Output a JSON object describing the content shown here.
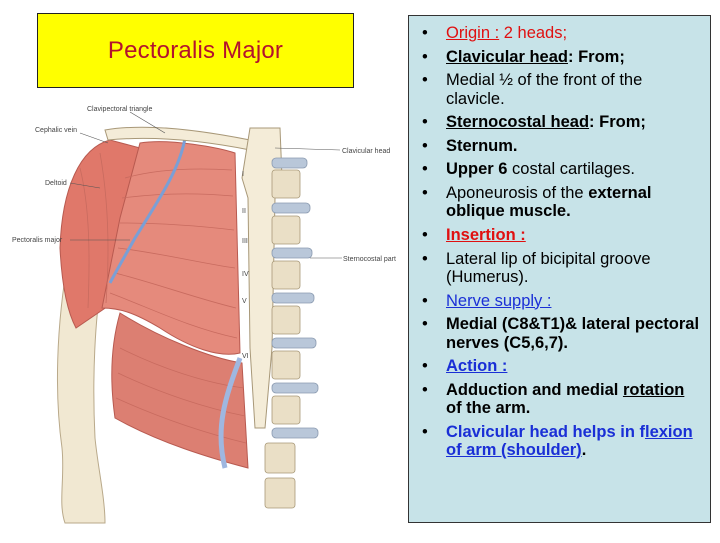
{
  "title": "Pectoralis Major",
  "colors": {
    "title_bg": "#ffff00",
    "title_text": "#b3122e",
    "panel_bg": "#c7e3e8",
    "red_heading": "#e01010",
    "blue_heading": "#1a2fd6",
    "muscle": "#e58a7c"
  },
  "figure": {
    "labels": {
      "clavipectoral": "Clavipectoral triangle",
      "cephalic": "Cephalic vein",
      "clavicular_head": "Clavicular head",
      "deltoid": "Deltoid",
      "pectoralis": "Pectoralis major",
      "sternocostal": "Sternocostal part"
    },
    "ribs": [
      "I",
      "II",
      "III",
      "IV",
      "V",
      "VI"
    ]
  },
  "bullets": {
    "origin_label": "Origin :",
    "origin_rest": " 2 heads;",
    "clavicular_label": "Clavicular head",
    "clavicular_rest": ": From;",
    "medial_half": "Medial ½ of the front of the clavicle.",
    "sternocostal_label": "Sternocostal head",
    "sternocostal_rest": ": From;",
    "sternum": "Sternum.",
    "upper6_a": "Upper 6",
    "upper6_b": " costal cartilages.",
    "aponeurosis_a": "Aponeurosis of the ",
    "aponeurosis_b": "external oblique muscle.",
    "insertion_label": "Insertion :",
    "lateral_lip": "Lateral lip of bicipital groove (Humerus).",
    "nerve_label": "Nerve supply :",
    "nerve_text": " Medial (C8&T1)& lateral pectoral nerves (C5,6,7).",
    "action_label": "Action :",
    "adduction_a": "Adduction and medial ",
    "adduction_b": "rotation",
    "adduction_c": " of the arm.",
    "clav_helps_a": "Clavicular head helps in f",
    "clav_helps_b": "lexion of arm (shoulder)",
    "clav_helps_c": "."
  }
}
